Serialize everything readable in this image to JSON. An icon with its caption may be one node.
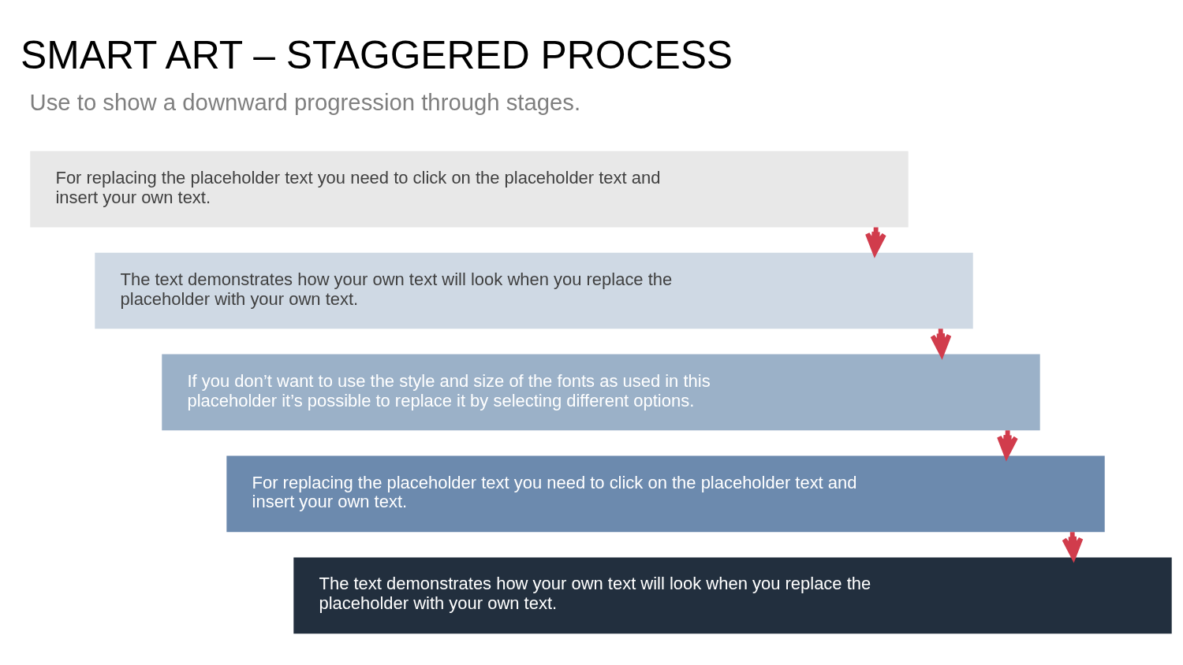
{
  "diagram": {
    "title": "SMART ART – STAGGERED PROCESS",
    "nodes": [
      {
        "text": [
          "For replacing the placeholder text you need to click on the placeholder text and insert your own text."
        ]
      },
      {
        "text": [
          "The text demonstrates how your own text will look when you replace the placeholder with your own text."
        ]
      },
      {
        "text": [
          "If you don’t want to use the style and size of the fonts as used in this placeholder it’s possible to replace it by selecting different options."
        ]
      },
      {
        "text": [
          "For replacing the placeholder text you need to click on the placeholder text and insert your own text."
        ]
      },
      {
        "text": [
          "The text demonstrates how your own text will look when you replace the placeholder with your own text."
        ]
      }
    ],
    "edges": [
      {
        "from": 0,
        "to": 1,
        "arrow": "to"
      },
      {
        "from": 1,
        "to": 2,
        "arrow": "to"
      },
      {
        "from": 2,
        "to": 3,
        "arrow": "to"
      },
      {
        "from": 3,
        "to": 4,
        "arrow": "to"
      }
    ],
    "labels": [
      "Use to show a downward progression through stages."
    ]
  }
}
